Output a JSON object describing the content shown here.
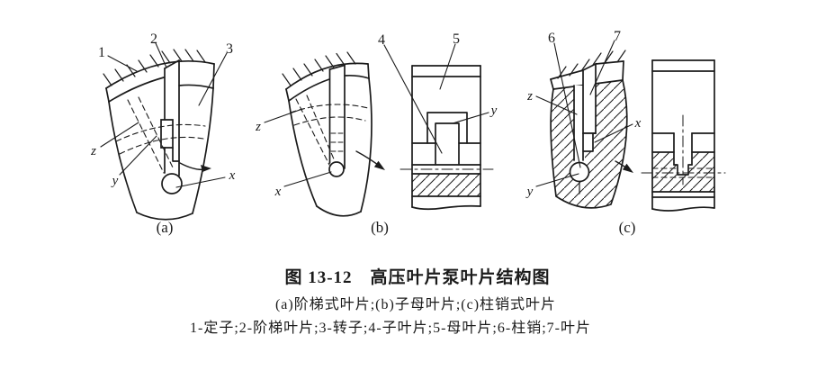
{
  "figure": {
    "caption_title": "图 13-12　高压叶片泵叶片结构图",
    "caption_subtitle": "(a)阶梯式叶片;(b)子母叶片;(c)柱销式叶片",
    "caption_legend": "1-定子;2-阶梯叶片;3-转子;4-子叶片;5-母叶片;6-柱销;7-叶片"
  },
  "panels": {
    "a": {
      "label": "(a)",
      "callouts": {
        "c1": "1",
        "c2": "2",
        "c3": "3",
        "z": "z",
        "y": "y",
        "x": "x"
      }
    },
    "b": {
      "label": "(b)",
      "callouts": {
        "c4": "4",
        "c5": "5",
        "z": "z",
        "y": "y",
        "x": "x"
      }
    },
    "c": {
      "label": "(c)",
      "callouts": {
        "c6": "6",
        "c7": "7",
        "z": "z",
        "y": "y",
        "x": "x"
      }
    }
  },
  "colors": {
    "line": "#1b1b1b",
    "background": "#ffffff"
  }
}
